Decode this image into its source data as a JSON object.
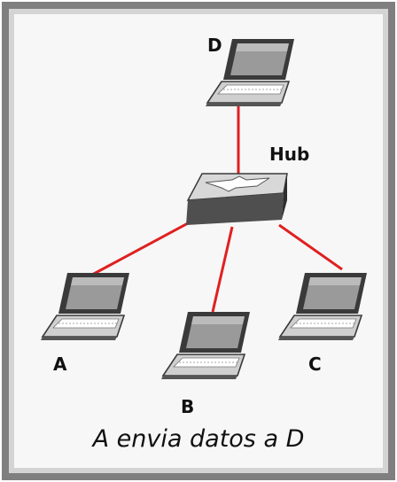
{
  "diagram": {
    "hub_label": "Hub",
    "nodes": [
      {
        "id": "D",
        "label": "D"
      },
      {
        "id": "A",
        "label": "A"
      },
      {
        "id": "B",
        "label": "B"
      },
      {
        "id": "C",
        "label": "C"
      }
    ],
    "caption": "A envia datos a D",
    "colors": {
      "link": "#e02020",
      "frame_outer": "#7f7f7f",
      "frame_inner": "#d4d4d4",
      "background": "#f7f7f7",
      "hub": "#5f5f5f",
      "laptop": "#9a9a9a"
    },
    "icons": {
      "hub": "network-hub-icon",
      "laptop": "laptop-icon"
    }
  }
}
